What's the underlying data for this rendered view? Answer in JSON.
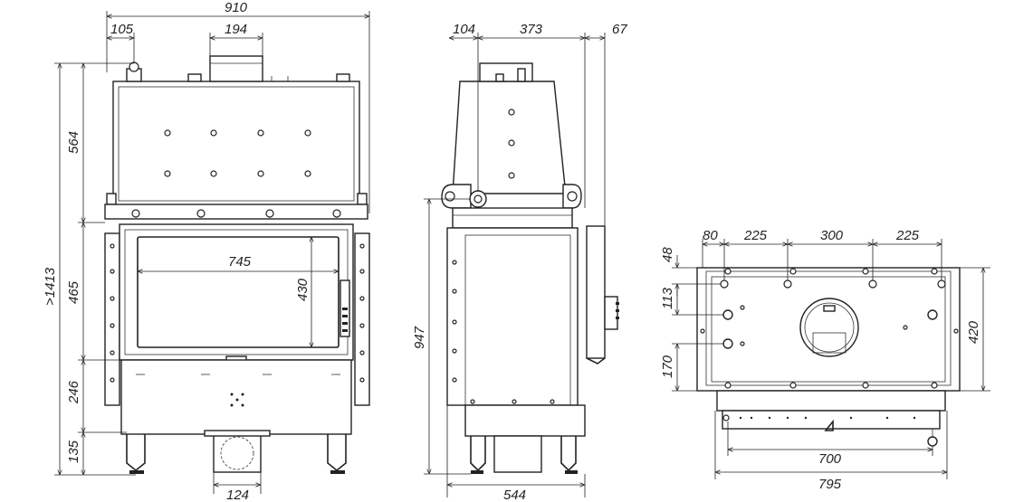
{
  "front_view": {
    "dims": {
      "width_total": "910",
      "offset_left": "105",
      "flue_width": "194",
      "upper_height": "564",
      "door_height": "465",
      "lower_height": "246",
      "leg_height": "135",
      "total_height": ">1413",
      "glass_width": "745",
      "glass_height": "430",
      "spigot_width": "124"
    }
  },
  "side_view": {
    "dims": {
      "top_depth": "373",
      "left_offset": "104",
      "right_offset": "67",
      "body_height": "947",
      "base_depth": "544"
    }
  },
  "top_view": {
    "dims": {
      "edge_80": "80",
      "spacing_225_a": "225",
      "spacing_300": "300",
      "spacing_225_b": "225",
      "top_48": "48",
      "offset_113": "113",
      "offset_170": "170",
      "depth_420": "420",
      "inner_700": "700",
      "outer_795": "795"
    }
  }
}
